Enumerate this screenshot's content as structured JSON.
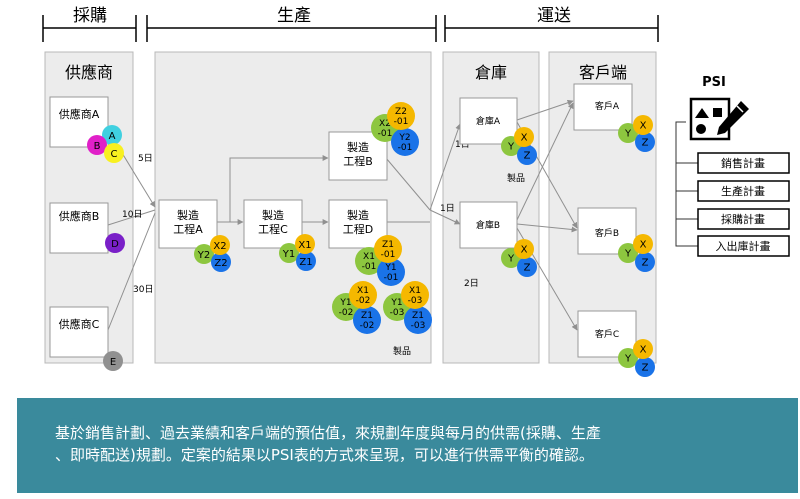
{
  "phases": {
    "procurement": "採購",
    "production": "生產",
    "transport": "運送"
  },
  "lanes": {
    "suppliers": "供應商",
    "warehouse": "倉庫",
    "customers": "客戶端"
  },
  "suppliers": [
    {
      "label": "供應商A",
      "materials": [
        "A",
        "B",
        "C"
      ]
    },
    {
      "label": "供應商B",
      "materials": [
        "D"
      ]
    },
    {
      "label": "供應商C",
      "materials": [
        "E"
      ]
    }
  ],
  "lead_times": {
    "supplier_a": "5日",
    "supplier_b": "10日",
    "supplier_c": "30日"
  },
  "processes": {
    "a": {
      "line1": "製造",
      "line2": "工程A",
      "badges": [
        "X2",
        "Y2",
        "Z2"
      ]
    },
    "b": {
      "line1": "製造",
      "line2": "工程B",
      "badges": [
        "X2\n-01",
        "Y2\n-01",
        "Z2\n-01"
      ]
    },
    "c": {
      "line1": "製造",
      "line2": "工程C",
      "badges": [
        "X1",
        "Y1",
        "Z1"
      ]
    },
    "d": {
      "line1": "製造",
      "line2": "工程D",
      "badges": [
        "X1\n-01",
        "Y1\n-01",
        "Z1\n-01"
      ]
    }
  },
  "extra_products": [
    {
      "x": "X1\n-02",
      "y": "Y1\n-02",
      "z": "Z1\n-02"
    },
    {
      "x": "X1\n-03",
      "y": "Y1\n-03",
      "z": "Z1\n-03"
    }
  ],
  "product_label": "製品",
  "warehouses": [
    {
      "label": "倉庫A",
      "lead_time": "1日"
    },
    {
      "label": "倉庫B",
      "lead_time": "1日"
    }
  ],
  "warehouse_b_customer_lead": "2日",
  "xyz": [
    "X",
    "Y",
    "Z"
  ],
  "customers": [
    "客戶A",
    "客戶B",
    "客戶C"
  ],
  "psi": {
    "title": "PSI",
    "plans": [
      "銷售計畫",
      "生產計畫",
      "採購計畫",
      "入出庫計畫"
    ]
  },
  "colors": {
    "x": "#f5b800",
    "y": "#8dc63f",
    "z": "#1a73e8",
    "a": "#40d0e0",
    "b": "#e020c8",
    "c": "#f8f020",
    "d": "#7a20c8",
    "e": "#909090",
    "lane": "#ececec",
    "caption": "#3a8a9c"
  },
  "caption": {
    "line1": "基於銷售計劃、過去業績和客戶端的預估值，來規劃年度與每月的供需(採購、生產",
    "line2": "、即時配送)規劃。定案的結果以PSI表的方式來呈現，可以進行供需平衡的確認。"
  }
}
